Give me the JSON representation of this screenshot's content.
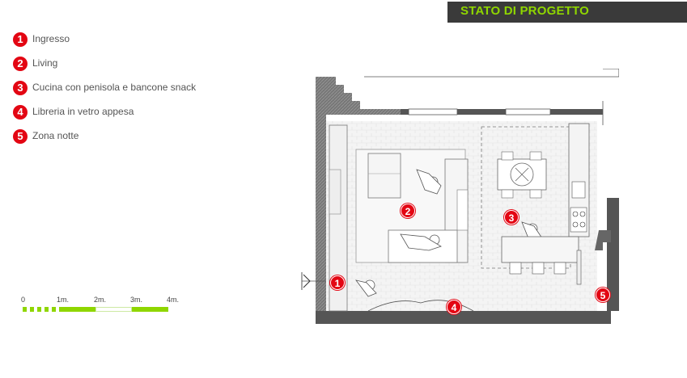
{
  "header": {
    "title": "STATO DI PROGETTO",
    "bar_color": "#3a3a3a",
    "title_color": "#8fd600"
  },
  "legend": {
    "badge_color": "#e30613",
    "items": [
      {
        "number": "1",
        "label": "Ingresso"
      },
      {
        "number": "2",
        "label": "Living"
      },
      {
        "number": "3",
        "label": "Cucina con penisola e bancone snack"
      },
      {
        "number": "4",
        "label": "Libreria in vetro appesa"
      },
      {
        "number": "5",
        "label": "Zona notte"
      }
    ]
  },
  "scale": {
    "ticks": [
      "0",
      "1m.",
      "2m.",
      "3m.",
      "4m."
    ],
    "color": "#8fd600"
  },
  "plan": {
    "markers": [
      "1",
      "2",
      "3",
      "4",
      "5"
    ]
  }
}
